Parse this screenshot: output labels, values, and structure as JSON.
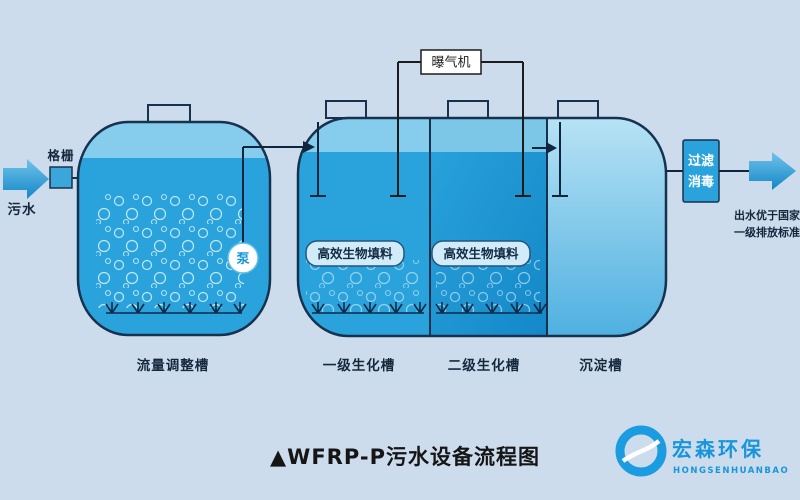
{
  "title": "▲WFRP-P污水设备流程图",
  "colors": {
    "background": "#ccdcec",
    "outline": "#16324f",
    "water_light": "#86ccec",
    "water_main": "#2aa3dc",
    "water_deep": "#1488c8",
    "accent_blue": "#1b9ce0"
  },
  "inlet": {
    "flow_label": "污水",
    "screen_label": "格栅"
  },
  "pump_label": "泵",
  "aerator_label": "曝气机",
  "tanks": {
    "adjustment": {
      "label": "流量调整槽"
    },
    "bio1": {
      "label": "一级生化槽",
      "media_label": "高效生物填料"
    },
    "bio2": {
      "label": "二级生化槽",
      "media_label": "高效生物填料"
    },
    "settling": {
      "label": "沉淀槽"
    }
  },
  "outlet": {
    "filter_line1": "过滤",
    "filter_line2": "消毒",
    "note_line1": "出水优于国家",
    "note_line2": "一级排放标准"
  },
  "logo": {
    "name": "宏森环保",
    "subtitle": "HONGSENHUANBAO"
  }
}
